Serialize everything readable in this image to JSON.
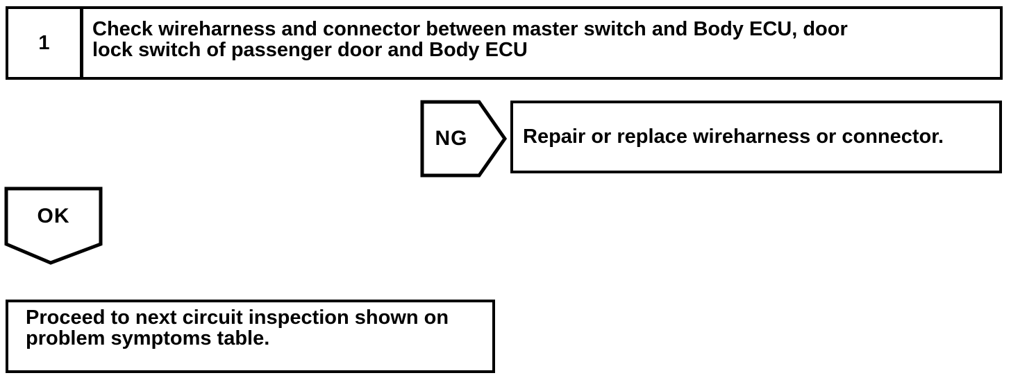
{
  "page": {
    "ink_color": "#000000",
    "paper_color": "#ffffff"
  },
  "flowchart": {
    "step": {
      "number": "1",
      "title": "Check wireharness and connector between master switch and Body ECU, door lock switch of passenger door and Body ECU",
      "title_lines": [
        "Check wireharness and connector between master switch and Body ECU, door",
        "lock switch of passenger door and Body ECU"
      ]
    },
    "ng_branch": {
      "label": "NG",
      "action": "Repair or replace wireharness or connector."
    },
    "ok_branch": {
      "label": "OK",
      "action": "Proceed to next circuit inspection shown on problem symptoms table.",
      "action_lines": [
        "Proceed to next circuit inspection shown on",
        "problem symptoms table."
      ]
    }
  }
}
